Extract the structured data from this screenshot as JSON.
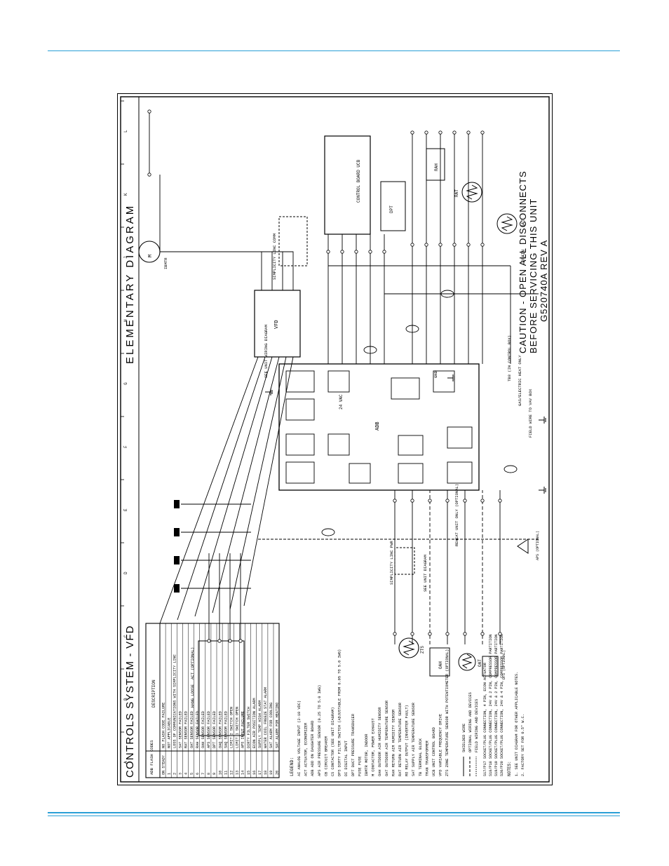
{
  "header_rule_color": "#2a9fd6",
  "diagram": {
    "title": "CONTROLS SYSTEM - VFD",
    "subtitle": "ELEMENTARY DIAGRAM",
    "caution_line1": "CAUTION - OPEN ALL DISCONNECTS",
    "caution_line2": "BEFORE SERVICING THIS UNIT",
    "drawing_number": "G520740A   REV A",
    "columns": [
      "A",
      "B",
      "C",
      "D",
      "E",
      "F",
      "G",
      "H",
      "J",
      "K",
      "L"
    ],
    "flash_table": {
      "header_code": "ADB FLASH CODES",
      "header_desc": "DESCRIPTION",
      "rows": [
        {
          "code": "ON STEADY",
          "desc": "NO FLASH CODE FAILURE"
        },
        {
          "code": "1",
          "desc": "NOT APPLICABLE"
        },
        {
          "code": "2",
          "desc": "LOSS OF COMMUNICATIONS WITH SIMPLICITY LINC"
        },
        {
          "code": "3",
          "desc": "SAT SENSOR FAILED"
        },
        {
          "code": "4",
          "desc": "RAT SENSOR FAILED"
        },
        {
          "code": "5",
          "desc": "OAT SENSOR FAILED"
        },
        {
          "code": "6",
          "desc": "RAH SENSOR FAILED"
        },
        {
          "code": "7",
          "desc": "OAH SENSOR FAILED"
        },
        {
          "code": "8",
          "desc": "APS SENSOR FAILED"
        },
        {
          "code": "9",
          "desc": "DPT SENSOR FAILED"
        },
        {
          "code": "10",
          "desc": "OAQ SENSOR FAILED"
        },
        {
          "code": "11",
          "desc": "SAQ SENSOR FAILED"
        },
        {
          "code": "12",
          "desc": "LIMIT 2 SWITCH OPEN"
        },
        {
          "code": "13",
          "desc": "LIMIT 1 SWITCH OPEN"
        },
        {
          "code": "14",
          "desc": "APS INPUT FAILURE"
        },
        {
          "code": "15",
          "desc": "DIRTY FILTER SWITCH"
        },
        {
          "code": "16",
          "desc": "ECON AIR POSITION ALARM"
        },
        {
          "code": "17",
          "desc": "SUPPLY TEMP HIGH ALARM"
        },
        {
          "code": "18",
          "desc": "WATER COIL FREEZE STAT ALARM"
        },
        {
          "code": "19",
          "desc": "SAT ALARM FOR COOLING"
        },
        {
          "code": "20",
          "desc": "SAT ALARM FOR HEATING"
        }
      ]
    },
    "legend": {
      "heading": "LEGEND:",
      "items": [
        "AI    ANALOG VOLTAGE INPUT (2-10 VDC)",
        "ACT   ACTUATOR, ECONOMIZER",
        "ADB   ADD ON DAUGHTER BOARD",
        "APS   AIR PRESSURE SENSOR (0.25 TO 5.0 IWG)",
        "CB    CIRCUIT BREAKER",
        "CS    CONTACTOR (SEE UNIT DIAGRAM)",
        "DFS   DIRTY FILTER SWITCH (ADJUSTABLE FROM 0.05 TO 5.0 IWG)",
        "DI    DIGITAL INPUT",
        "DPT   DUCT PRESSURE TRANSDUCER",
        "FUSE  FUSE",
        "IBMTR MOTOR, INDOOR",
        "M     CONTACTOR, POWER EXHAUST",
        "OAH   OUTDOOR AIR HUMIDITY SENSOR",
        "OAT   OUTDOOR AIR TEMPERATURE SENSOR",
        "RAH   RETURN AIR HUMIDITY SENSOR",
        "RAT   RETURN AIR TEMPERATURE SENSOR",
        "RO    RELAY OUTPUT (INVERTER FAULT)",
        "SAT   SUPPLY AIR TEMPERATURE SENSOR",
        "TB    TERMINAL BLOCK",
        "TRAN  TRANSFORMER",
        "UCB   UNIT CONTROL BOARD",
        "VFD   VARIABLE FREQUENCY DRIVE",
        "ZTS   ZONE TEMPERATURE SENSOR WITH POTENTIOMETER (OPTIONAL)"
      ]
    },
    "wiring_key": [
      "SHIELDED WIRE",
      "OPTIONAL WIRING AND DEVICES",
      "FIELD WIRING AND DEVICES"
    ],
    "socket_notes": [
      "S17/P17  SOCKET/PLUG CONNECTION, 4 PIN, ECON ACTUATOR",
      "S18/P18  SOCKET/PLUG CONNECTION, 24V & 2 PIN, COMPRESSOR PARTITION",
      "S19/P19  SOCKET/PLUG CONNECTION, 24V & 2 PIN, COMPRESSOR PARTITION",
      "S20/P20  SOCKET/PLUG CONNECTION, 24V & 4 PIN, COMPRESSOR PARTITION"
    ],
    "notes": {
      "heading": "NOTES:",
      "items": [
        "1. SEE UNIT DIAGRAM FOR OTHER APPLICABLE NOTES.",
        "2. FACTORY SET FOR 0.5\" W.C."
      ]
    },
    "component_labels": {
      "adb": "ADB",
      "vfd": "VFD",
      "ucb": "CONTROL BOARD UCB",
      "simplicity_top": "SIMPLICITY LINC COMM",
      "simplicity_pwr": "SIMPLICITY LINC PWR",
      "see_unit": "SEE UNIT DIAGRAM",
      "see_unit_wiring": "SEE UNIT WIRING DIAGRAM",
      "act_optional": "ACT (OPTIONAL)",
      "reheat": "REHEAT UNIT ONLY (OPTIONAL)",
      "tb8": "TB8 (IN CONTROL BOX)",
      "gas_electric": "GAS/ELECTRIC HEAT ONLY",
      "field_wire": "FIELD WIRE TO VAV BOX",
      "ibmtr": "IBMTR",
      "zts": "ZTS",
      "oah": "OAH",
      "oat": "OAT",
      "dfs": "DFS (OPTIONAL)",
      "rat": "RAT",
      "sat": "SAT",
      "rah": "RAH",
      "dpt": "DPT",
      "aps": "APS (OPTIONAL)",
      "drain": "DRAIN",
      "gnd": "GND",
      "v24": "24 VAC",
      "hand_loose": "HANG LOOSE"
    }
  }
}
